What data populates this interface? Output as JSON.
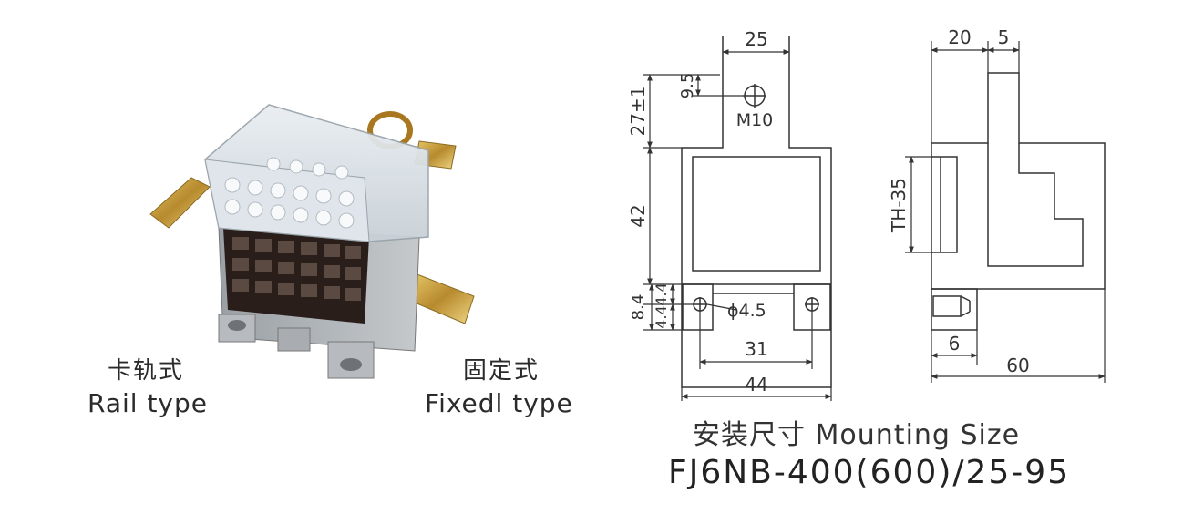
{
  "product_photo": {
    "rail_type": {
      "label_cn": "卡轨式",
      "label_en": "Rail type"
    },
    "fixed_type": {
      "label_cn": "固定式",
      "label_en": "Fixedl type"
    }
  },
  "drawing": {
    "dimensions": {
      "d25": "25",
      "d20": "20",
      "d5": "5",
      "d9_5": "9.5",
      "d27": "27±1",
      "m10": "M10",
      "d42": "42",
      "d8_4": "8.4",
      "d4_4a": "4.4",
      "d4_4b": "4.4",
      "phi": "ϕ4.5",
      "d31": "31",
      "d44": "44",
      "th35": "TH-35",
      "d6": "6",
      "d60": "60"
    },
    "caption": "安装尺寸 Mounting Size",
    "model": "FJ6NB-400(600)/25-95"
  }
}
